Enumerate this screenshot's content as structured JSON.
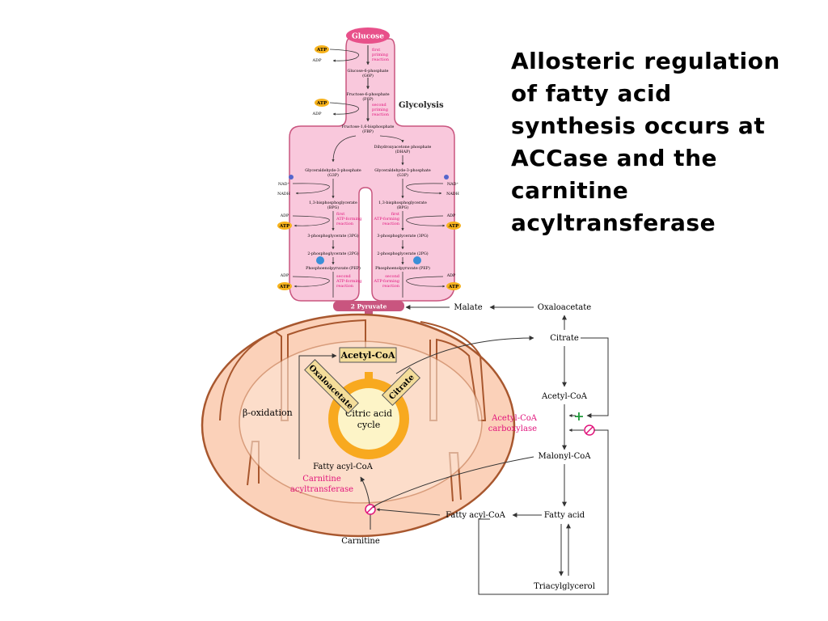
{
  "slide": {
    "title_lines": [
      "Allosteric regulation",
      "of fatty acid",
      "synthesis occurs at",
      "ACCase and the",
      "carnitine",
      "acyltransferase"
    ]
  },
  "diagram": {
    "glucose": "Glucose",
    "glycolysis": "Glycolysis",
    "atp": "ATP",
    "adp": "ADP",
    "nad": "NAD⁺",
    "nadh": "NADH",
    "first_priming": [
      "first",
      "priming",
      "reaction"
    ],
    "second_priming": [
      "second",
      "priming",
      "reaction"
    ],
    "g6p": [
      "Glucose-6-phosphate",
      "(G6P)"
    ],
    "f6p": [
      "Fructose-6-phosphate",
      "(F6P)"
    ],
    "fbp": [
      "Fructose-1,6-bisphosphate",
      "(FBP)"
    ],
    "dhap": [
      "Dihydroxyacetone phosphate",
      "(DHAP)"
    ],
    "g3p": [
      "Glyceraldehyde-3-phosphate",
      "(G3P)"
    ],
    "bpg": [
      "1,3-bisphosphoglycerate",
      "(BPG)"
    ],
    "first_atp_forming": [
      "first",
      "ATP-forming",
      "reaction"
    ],
    "pg3": "3-phosphoglycerate (3PG)",
    "pg2": "2-phosphoglycerate (2PG)",
    "pep": "Phosphoenolpyruvate (PEP)",
    "second_atp_forming": [
      "second",
      "ATP-forming",
      "reaction"
    ],
    "pyruvate": "2 Pyruvate",
    "malate": "Malate",
    "oxaloacetate": "Oxaloacetate",
    "citrate": "Citrate",
    "acetyl_coa": "Acetyl-CoA",
    "acetyl_coa_carboxylase": [
      "Acetyl-CoA",
      "carboxylase"
    ],
    "malonyl_coa": "Malonyl-CoA",
    "fatty_acid": "Fatty acid",
    "fatty_acyl_coa": "Fatty acyl-CoA",
    "triacylglycerol": "Triacylglycerol",
    "beta_oxidation": "β-oxidation",
    "carnitine": "Carnitine",
    "carnitine_acyltransferase": [
      "Carnitine",
      "acyltransferase"
    ],
    "mito_acetyl_coa": "Acetyl-CoA",
    "mito_oxaloacetate": "Oxaloacetate",
    "mito_citrate": "Citrate",
    "citric_acid_cycle": [
      "Citric acid",
      "cycle"
    ],
    "mito_fatty_acyl_coa": "Fatty acyl-CoA",
    "plus_sign": "+",
    "colors": {
      "glycolysis_fill": "#f9c8dc",
      "glycolysis_stroke": "#c9557f",
      "glucose_fill": "#e8508a",
      "mito_fill": "#fbd1b9",
      "mito_stroke": "#a8572e",
      "cycle_fill": "#f8a91f",
      "cycle_inner": "#fdf4c7",
      "enzyme_magenta": "#e1137b",
      "atp_fill": "#f6b21c",
      "box_fill": "#f4dd9a",
      "plus_green": "#1f9a3a"
    }
  }
}
